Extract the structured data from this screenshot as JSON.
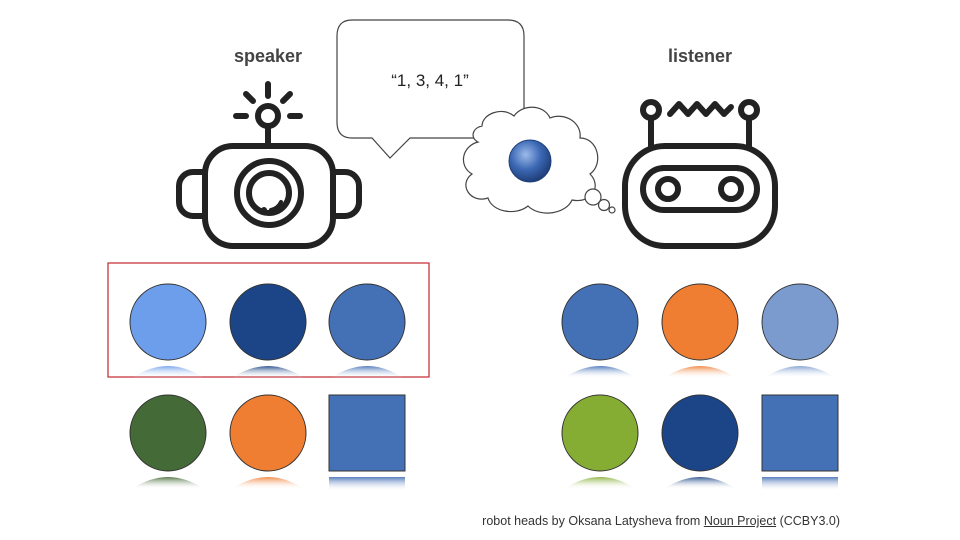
{
  "speaker": {
    "label": "speaker",
    "message": "“1, 3, 4, 1”",
    "selection_box_color": "#c0272d",
    "row1": [
      {
        "shape": "circle",
        "color": "#6d9eeb"
      },
      {
        "shape": "circle",
        "color": "#1c4587"
      },
      {
        "shape": "circle",
        "color": "#4470b6"
      }
    ],
    "row2": [
      {
        "shape": "circle",
        "color": "#446a37"
      },
      {
        "shape": "circle",
        "color": "#ef7d32"
      },
      {
        "shape": "square",
        "color": "#4470b6"
      }
    ]
  },
  "listener": {
    "label": "listener",
    "thought_color": "#3c68b4",
    "row1": [
      {
        "shape": "circle",
        "color": "#4470b6"
      },
      {
        "shape": "circle",
        "color": "#ef7d32"
      },
      {
        "shape": "circle",
        "color": "#7b9bce"
      }
    ],
    "row2": [
      {
        "shape": "circle",
        "color": "#86ad33"
      },
      {
        "shape": "circle",
        "color": "#1c4587"
      },
      {
        "shape": "square",
        "color": "#4470b6"
      }
    ]
  },
  "credit": {
    "prefix": "robot heads by Oksana Latysheva from ",
    "link": "Noun Project",
    "suffix": " (CCBY3.0)"
  }
}
